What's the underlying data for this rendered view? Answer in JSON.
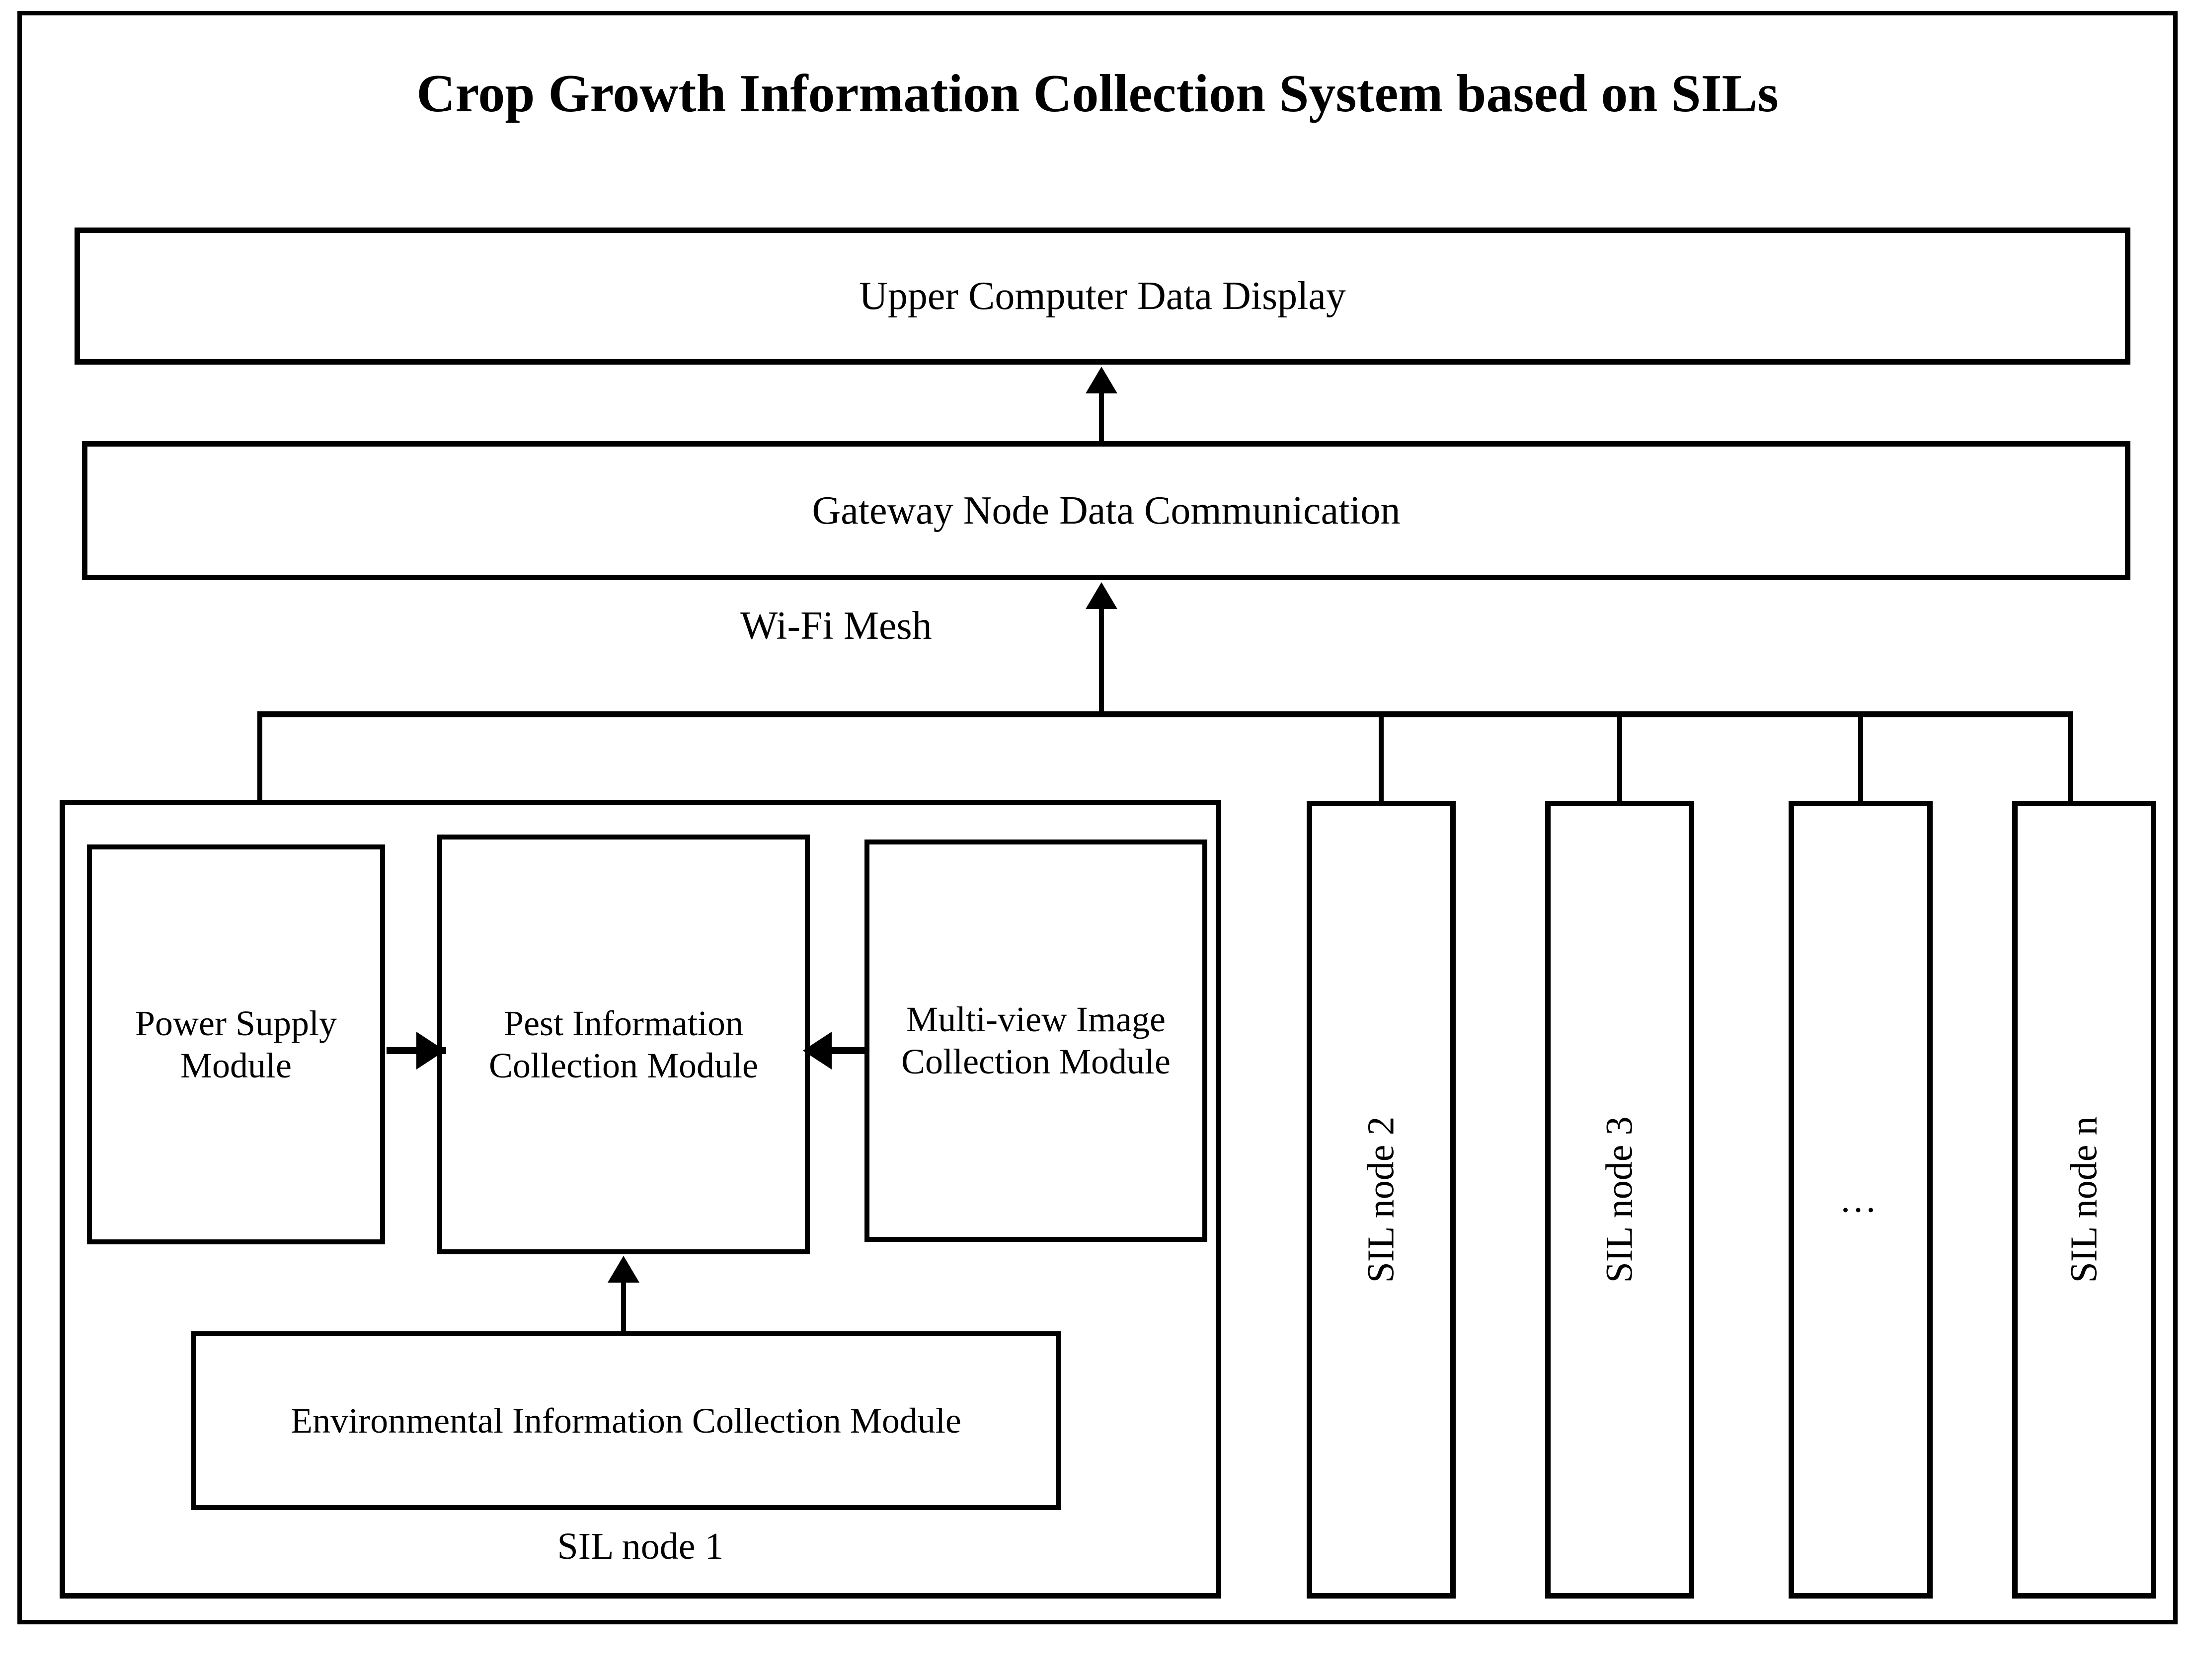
{
  "diagram": {
    "title": "Crop Growth Information Collection System based on SILs",
    "type": "block-diagram"
  },
  "layers": {
    "upper_computer": "Upper Computer Data Display",
    "gateway_node": "Gateway Node Data Communication",
    "network_label": "Wi-Fi Mesh"
  },
  "sil_node_1": {
    "label": "SIL node 1",
    "modules": {
      "power_supply": "Power Supply Module",
      "pest_info": "Pest Information Collection Module",
      "multi_view": "Multi-view Image Collection Module",
      "environmental": "Environmental Information Collection Module"
    }
  },
  "sil_nodes": [
    {
      "label": "SIL node 2",
      "rotated": true
    },
    {
      "label": "SIL node 3",
      "rotated": true
    },
    {
      "label": "…",
      "rotated": false
    },
    {
      "label": "SIL node n",
      "rotated": true
    }
  ],
  "arrows": [
    {
      "from": "Gateway Node Data Communication",
      "to": "Upper Computer Data Display",
      "direction": "up"
    },
    {
      "from": "Wi-Fi Mesh bus",
      "to": "Gateway Node Data Communication",
      "direction": "up"
    },
    {
      "from": "Power Supply Module",
      "to": "Pest Information Collection Module",
      "direction": "right"
    },
    {
      "from": "Multi-view Image Collection Module",
      "to": "Pest Information Collection Module",
      "direction": "left"
    },
    {
      "from": "Environmental Information Collection Module",
      "to": "Pest Information Collection Module",
      "direction": "up"
    }
  ],
  "colors": {
    "stroke": "#000000",
    "background": "#ffffff",
    "text": "#000000"
  }
}
